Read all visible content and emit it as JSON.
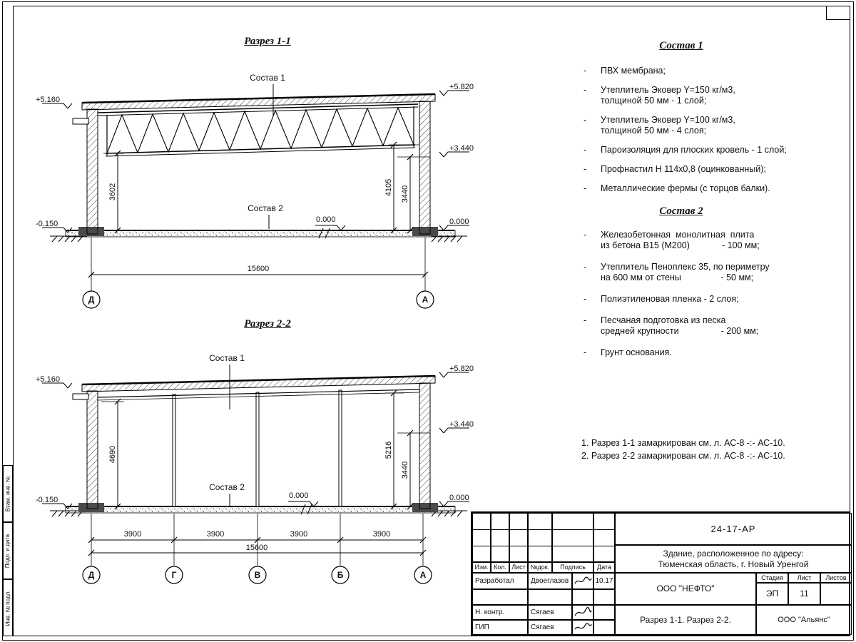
{
  "frame": {
    "left_labels": [
      "Взам. инв. №",
      "Подп. и дата",
      "Инв. № подл."
    ]
  },
  "section1": {
    "title": "Разрез 1-1",
    "sostav1_label": "Состав 1",
    "sostav2_label": "Состав 2",
    "elev_left_top": "+5.160",
    "elev_left_bottom": "-0.150",
    "elev_right_top": "+5.820",
    "elev_right_mid": "+3.440",
    "elev_right_zero": "0.000",
    "elev_floor": "0.000",
    "dim_left": "3602",
    "dim_right_outer": "4105",
    "dim_right_inner": "3440",
    "dim_total": "15600",
    "axis_left": "Д",
    "axis_right": "А"
  },
  "section2": {
    "title": "Разрез 2-2",
    "sostav1_label": "Состав 1",
    "sostav2_label": "Состав 2",
    "elev_left_top": "+5.160",
    "elev_left_bottom": "-0.150",
    "elev_right_top": "+5.820",
    "elev_right_mid": "+3.440",
    "elev_right_zero": "0.000",
    "elev_floor": "0.000",
    "dim_left": "4690",
    "dim_right_outer": "5216",
    "dim_right_inner": "3440",
    "bays": [
      "3900",
      "3900",
      "3900",
      "3900"
    ],
    "dim_total": "15600",
    "axes": [
      "Д",
      "Г",
      "В",
      "Б",
      "А"
    ]
  },
  "sostav1": {
    "title": "Состав 1",
    "items": [
      "ПВХ мембрана;",
      "Утеплитель Эковер Y=150 кг/м3,\nтолщиной 50 мм - 1 слой;",
      "Утеплитель Эковер Y=100 кг/м3,\nтолщиной 50 мм - 4 слоя;",
      "Пароизоляция для плоских кровель - 1 слой;",
      "Профнастил Н 114х0,8 (оцинкованный);",
      "Металлические фермы (с торцов балки)."
    ]
  },
  "sostav2": {
    "title": "Состав 2",
    "items": [
      "Железобетонная  монолитная  плита\nиз бетона В15 (М200)             - 100 мм;",
      "Утеплитель Пеноплекс 35, по периметру\nна 600 мм от стены                - 50 мм;",
      "Полиэтиленовая пленка - 2 слоя;",
      "Песчаная подготовка из песка\nсредней крупности                 - 200 мм;",
      "Грунт основания."
    ]
  },
  "notes": [
    "1. Разрез 1-1 замаркирован см. л. АС-8 -:- АС-10.",
    "2. Разрез 2-2 замаркирован см. л. АС-8 -:- АС-10."
  ],
  "titleblock": {
    "code": "24-17-АР",
    "object_line1": "Здание, расположенное по адресу:",
    "object_line2": "Тюменская область, г. Новый Уренгой",
    "rev_headers": [
      "Изм.",
      "Кол.",
      "Лист",
      "№док.",
      "Подпись",
      "Дата"
    ],
    "rows": [
      {
        "role": "Разработал",
        "name": "Двоеглазов",
        "date": "10.17"
      },
      {
        "role": "Н. контр.",
        "name": "Сягаев",
        "date": ""
      },
      {
        "role": "ГИП",
        "name": "Сягаев",
        "date": ""
      }
    ],
    "company": "ООО \"НЕФТО\"",
    "stage_label": "Стадия",
    "sheet_label": "Лист",
    "sheets_label": "Листов",
    "stage": "ЭП",
    "sheet": "11",
    "sheets": "",
    "doc_title": "Разрез 1-1. Разрез 2-2.",
    "org": "ООО \"Альянс\""
  }
}
